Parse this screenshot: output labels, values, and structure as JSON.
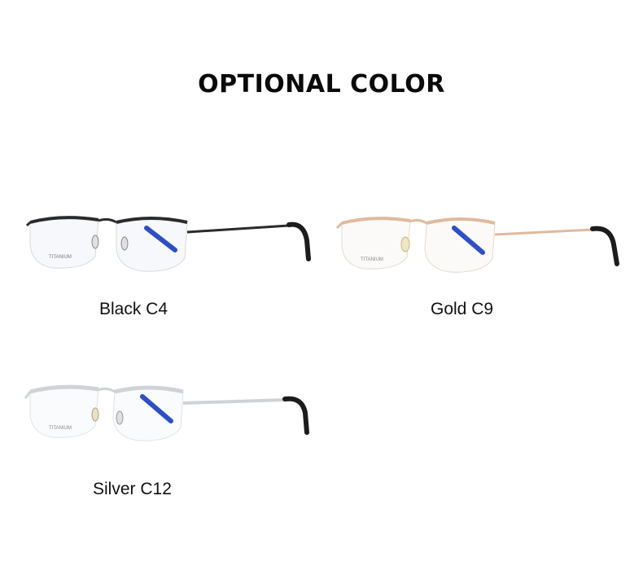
{
  "title": "OPTIONAL COLOR",
  "products": [
    {
      "label": "Black C4",
      "frame_color": "#2b2b2d",
      "lens_text": "TITANIUM"
    },
    {
      "label": "Gold C9",
      "frame_color": "#e0b99e",
      "lens_text": "TITANIUM"
    },
    {
      "label": "Silver C12",
      "frame_color": "#cfd3d8",
      "lens_text": "TITANIUM"
    }
  ],
  "colors": {
    "blue_light_coating": "#2f4fc8",
    "temple_tip": "#1c1c1c"
  }
}
